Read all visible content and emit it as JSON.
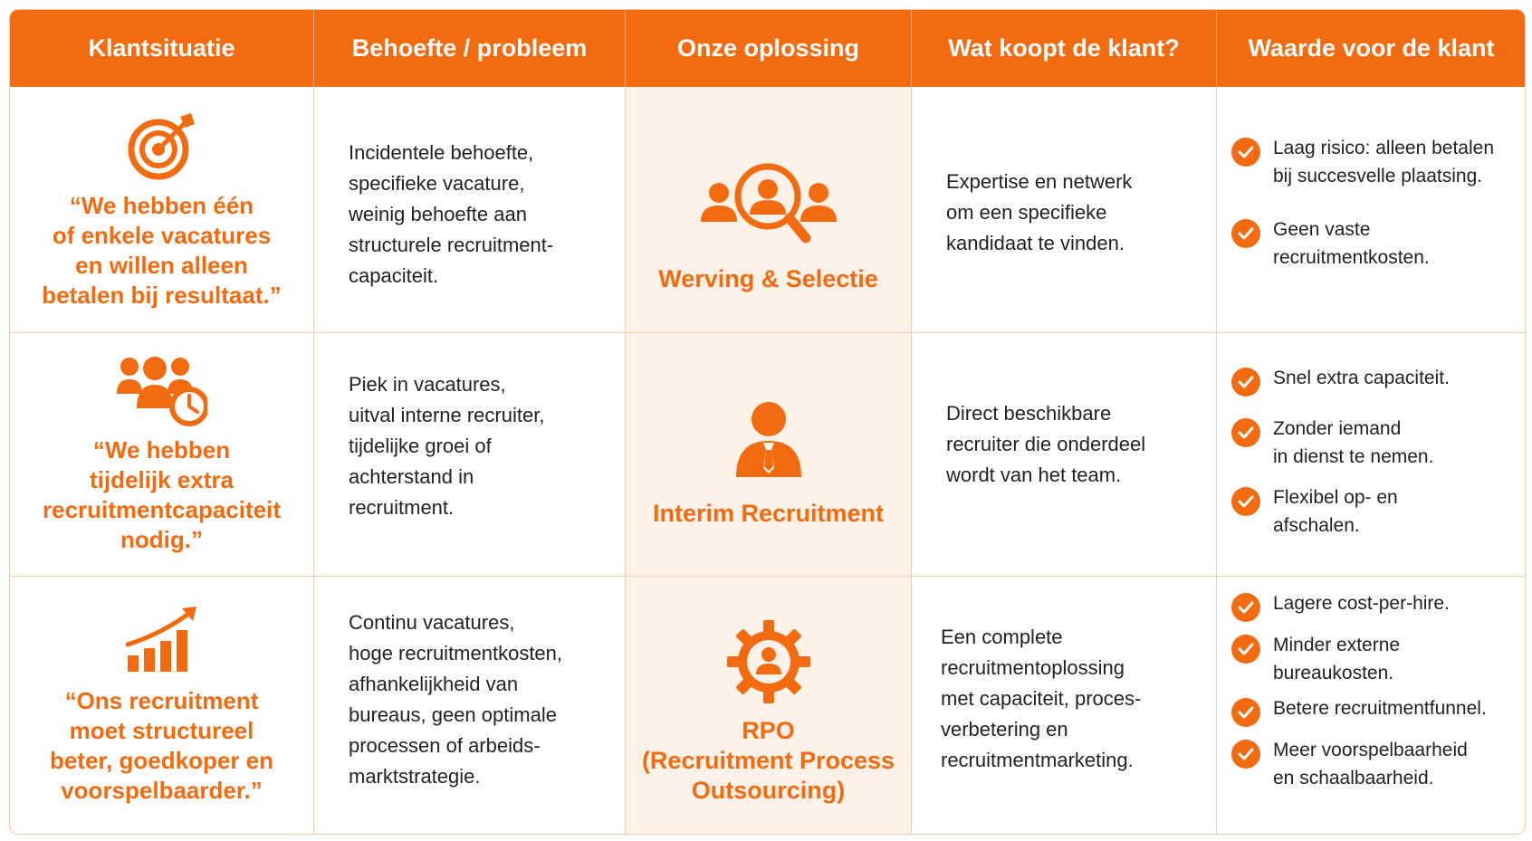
{
  "headers": [
    "Klantsituatie",
    "Behoefte / probleem",
    "Onze oplossing",
    "Wat koopt de klant?",
    "Waarde voor de klant"
  ],
  "rows": [
    {
      "situation_icon": "target-icon",
      "situation": [
        "“We hebben één",
        "of enkele vacatures",
        "en willen alleen",
        "betalen bij resultaat.”"
      ],
      "need": [
        "Incidentele behoefte,",
        "specifieke vacature,",
        "weinig behoefte aan",
        "structurele recruitment-",
        "capaciteit."
      ],
      "solution_icon": "people-search-icon",
      "solution": [
        "Werving & Selectie"
      ],
      "buys": [
        "Expertise en netwerk",
        "om een specifieke",
        "kandidaat te vinden."
      ],
      "values": [
        [
          "Laag risico: alleen betalen",
          "bij succesvelle plaatsing."
        ],
        [
          "Geen vaste",
          "recruitmentkosten."
        ]
      ]
    },
    {
      "situation_icon": "team-clock-icon",
      "situation": [
        "“We hebben",
        "tijdelijk extra",
        "recruitmentcapaciteit",
        "nodig.”"
      ],
      "need": [
        "Piek in vacatures,",
        "uitval interne recruiter,",
        "tijdelijke groei of",
        "achterstand in",
        "recruitment."
      ],
      "solution_icon": "recruiter-person-icon",
      "solution": [
        "Interim Recruitment"
      ],
      "buys": [
        "Direct beschikbare",
        "recruiter die onderdeel",
        "wordt van het team."
      ],
      "values": [
        [
          "Snel extra capaciteit."
        ],
        [
          "Zonder iemand",
          "in dienst te nemen."
        ],
        [
          "Flexibel op- en",
          "afschalen."
        ]
      ]
    },
    {
      "situation_icon": "growth-chart-icon",
      "situation": [
        "“Ons recruitment",
        "moet structureel",
        "beter, goedkoper en",
        "voorspelbaarder.”"
      ],
      "need": [
        "Continu vacatures,",
        "hoge recruitmentkosten,",
        "afhankelijkheid van",
        "bureaus, geen optimale",
        "processen of arbeids-",
        "marktstrategie."
      ],
      "solution_icon": "gear-person-icon",
      "solution": [
        "RPO",
        "(Recruitment Process",
        "Outsourcing)"
      ],
      "buys": [
        "Een complete",
        "recruitmentoplossing",
        "met capaciteit, proces-",
        "verbetering en",
        "recruitmentmarketing."
      ],
      "values": [
        [
          "Lagere cost-per-hire."
        ],
        [
          "Minder externe",
          "bureaukosten."
        ],
        [
          "Betere recruitmentfunnel."
        ],
        [
          "Meer voorspelbaarheid",
          "en schaalbaarheid."
        ]
      ]
    }
  ],
  "colors": {
    "accent": "#f26b10",
    "solution_bg": "#fdf1e8",
    "grid": "#f2cdb0"
  },
  "check_icon": "check-circle-icon"
}
